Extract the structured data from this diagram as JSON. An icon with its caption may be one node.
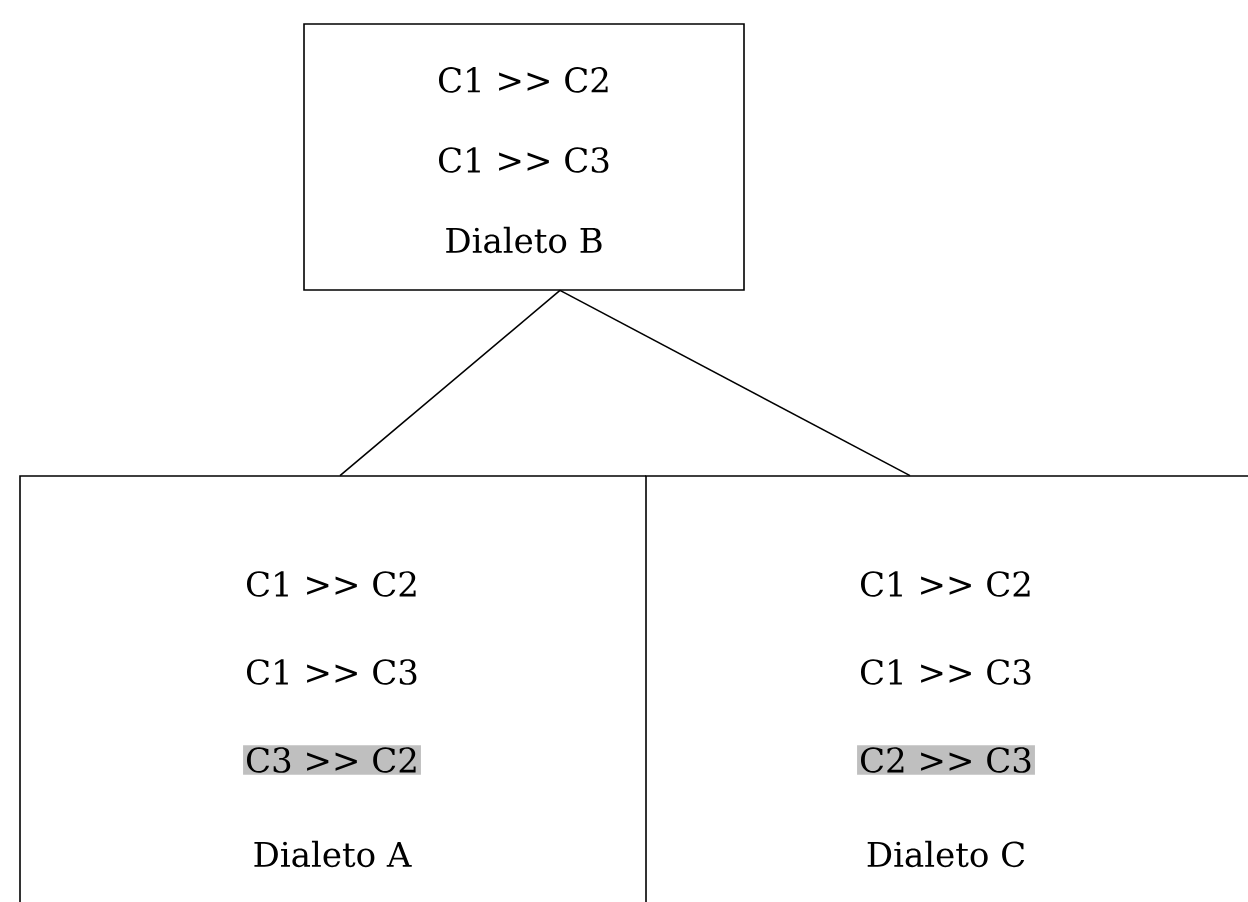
{
  "diagram": {
    "nodes": [
      {
        "text": [
          "C1 >> C2",
          "C1 >> C3",
          "Dialeto B"
        ]
      },
      {
        "text": [
          "C1 >> C2",
          "C1 >> C3",
          "C3 >> C2",
          "Dialeto A"
        ]
      },
      {
        "text": [
          "C1 >> C2",
          "C1 >> C3",
          "C2 >> C3",
          "Dialeto C"
        ]
      }
    ],
    "edges": [
      {
        "from": 0,
        "to": 1,
        "arrow": "none"
      },
      {
        "from": 0,
        "to": 2,
        "arrow": "none"
      }
    ]
  }
}
